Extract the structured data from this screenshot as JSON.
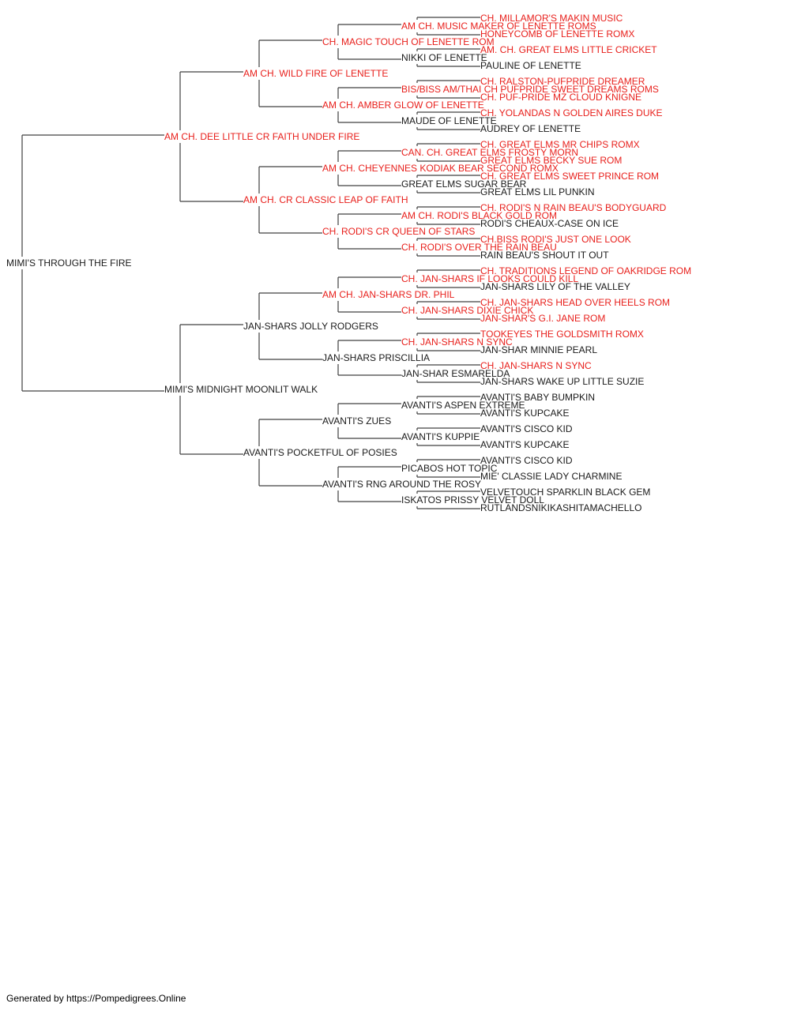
{
  "colors": {
    "champion": "#e8201c",
    "plain": "#1a1a1a",
    "line": "#404040"
  },
  "pedigree": {
    "name": "MIMI'S THROUGH THE FIRE",
    "ch": false,
    "sire": {
      "name": "AM CH. DEE LITTLE CR FAITH UNDER FIRE",
      "ch": true,
      "sire": {
        "name": "AM CH. WILD FIRE OF LENETTE",
        "ch": true,
        "sire": {
          "name": "CH. MAGIC TOUCH OF LENETTE ROM",
          "ch": true,
          "sire": {
            "name": "AM CH. MUSIC MAKER OF LENETTE ROMS",
            "ch": true,
            "sire": {
              "name": "CH. MILLAMOR'S MAKIN MUSIC",
              "ch": true
            },
            "dam": {
              "name": "HONEYCOMB OF LENETTE ROMX",
              "ch": true
            }
          },
          "dam": {
            "name": "NIKKI OF LENETTE",
            "ch": false,
            "sire": {
              "name": "AM. CH. GREAT ELMS LITTLE CRICKET",
              "ch": true
            },
            "dam": {
              "name": "PAULINE OF LENETTE",
              "ch": false
            }
          }
        },
        "dam": {
          "name": "AM CH. AMBER GLOW OF LENETTE",
          "ch": true,
          "sire": {
            "name": "BIS/BISS AM/THAI CH PUFPRIDE SWEET DREAMS ROMS",
            "ch": true,
            "sire": {
              "name": "CH. RALSTON-PUFPRIDE DREAMER",
              "ch": true
            },
            "dam": {
              "name": "CH. PUF-PRIDE MZ CLOUD KNIGNE",
              "ch": true
            }
          },
          "dam": {
            "name": "MAUDE OF LENETTE",
            "ch": false,
            "sire": {
              "name": "CH. YOLANDAS N GOLDEN AIRES DUKE",
              "ch": true
            },
            "dam": {
              "name": "AUDREY OF LENETTE",
              "ch": false
            }
          }
        }
      },
      "dam": {
        "name": "AM CH. CR CLASSIC LEAP OF FAITH",
        "ch": true,
        "sire": {
          "name": "AM CH. CHEYENNES KODIAK BEAR SECOND ROMX",
          "ch": true,
          "sire": {
            "name": "CAN. CH. GREAT ELMS FROSTY MORN",
            "ch": true,
            "sire": {
              "name": "CH. GREAT ELMS MR CHIPS ROMX",
              "ch": true
            },
            "dam": {
              "name": "GREAT ELMS BECKY SUE ROM",
              "ch": true
            }
          },
          "dam": {
            "name": "GREAT ELMS SUGAR BEAR",
            "ch": false,
            "sire": {
              "name": "CH. GREAT ELMS SWEET PRINCE ROM",
              "ch": true
            },
            "dam": {
              "name": "GREAT ELMS LIL PUNKIN",
              "ch": false
            }
          }
        },
        "dam": {
          "name": "CH. RODI'S CR QUEEN OF STARS",
          "ch": true,
          "sire": {
            "name": "AM CH. RODI'S BLACK GOLD ROM",
            "ch": true,
            "sire": {
              "name": "CH. RODI'S N RAIN BEAU'S BODYGUARD",
              "ch": true
            },
            "dam": {
              "name": "RODI'S CHEAUX-CASE ON ICE",
              "ch": false
            }
          },
          "dam": {
            "name": "CH. RODI'S OVER THE RAIN BEAU",
            "ch": true,
            "sire": {
              "name": "CH.BISS RODI'S JUST ONE LOOK",
              "ch": true
            },
            "dam": {
              "name": "RAIN BEAU'S SHOUT IT OUT",
              "ch": false
            }
          }
        }
      }
    },
    "dam": {
      "name": "MIMI'S MIDNIGHT MOONLIT WALK",
      "ch": false,
      "sire": {
        "name": "JAN-SHARS JOLLY RODGERS",
        "ch": false,
        "sire": {
          "name": "AM CH. JAN-SHARS DR. PHIL",
          "ch": true,
          "sire": {
            "name": "CH. JAN-SHARS IF LOOKS COULD KILL",
            "ch": true,
            "sire": {
              "name": "CH. TRADITIONS LEGEND OF OAKRIDGE ROM",
              "ch": true
            },
            "dam": {
              "name": "JAN-SHARS LILY OF THE VALLEY",
              "ch": false
            }
          },
          "dam": {
            "name": "CH. JAN-SHARS DIXIE CHICK",
            "ch": true,
            "sire": {
              "name": "CH. JAN-SHARS HEAD OVER HEELS ROM",
              "ch": true
            },
            "dam": {
              "name": "JAN-SHAR'S G.I. JANE ROM",
              "ch": true
            }
          }
        },
        "dam": {
          "name": "JAN-SHARS PRISCILLIA",
          "ch": false,
          "sire": {
            "name": "CH. JAN-SHARS N SYNC",
            "ch": true,
            "sire": {
              "name": "TOOKEYES THE GOLDSMITH ROMX",
              "ch": true
            },
            "dam": {
              "name": "JAN-SHAR MINNIE PEARL",
              "ch": false
            }
          },
          "dam": {
            "name": "JAN-SHAR ESMARELDA",
            "ch": false,
            "sire": {
              "name": "CH. JAN-SHARS N SYNC",
              "ch": true
            },
            "dam": {
              "name": "JAN-SHARS WAKE UP LITTLE SUZIE",
              "ch": false
            }
          }
        }
      },
      "dam": {
        "name": "AVANTI'S POCKETFUL OF POSIES",
        "ch": false,
        "sire": {
          "name": "AVANTI'S ZUES",
          "ch": false,
          "sire": {
            "name": "AVANTI'S ASPEN EXTREME",
            "ch": false,
            "sire": {
              "name": "AVANTI'S BABY BUMPKIN",
              "ch": false
            },
            "dam": {
              "name": "AVANTI'S KUPCAKE",
              "ch": false
            }
          },
          "dam": {
            "name": "AVANTI'S KUPPIE",
            "ch": false,
            "sire": {
              "name": "AVANTI'S CISCO KID",
              "ch": false
            },
            "dam": {
              "name": "AVANTI'S KUPCAKE",
              "ch": false
            }
          }
        },
        "dam": {
          "name": "AVANTI'S RNG AROUND THE ROSY",
          "ch": false,
          "sire": {
            "name": "PICABOS HOT TOPIC",
            "ch": false,
            "sire": {
              "name": "AVANTI'S CISCO KID",
              "ch": false
            },
            "dam": {
              "name": "MIE' CLASSIE LADY CHARMINE",
              "ch": false
            }
          },
          "dam": {
            "name": "ISKATOS PRISSY VELVET DOLL",
            "ch": false,
            "sire": {
              "name": "VELVETOUCH SPARKLIN BLACK GEM",
              "ch": false
            },
            "dam": {
              "name": "RUTLANDSNIKIKASHITAMACHELLO",
              "ch": false
            }
          }
        }
      }
    }
  },
  "footer": {
    "text": "Generated by https://Pompedigrees.Online"
  }
}
